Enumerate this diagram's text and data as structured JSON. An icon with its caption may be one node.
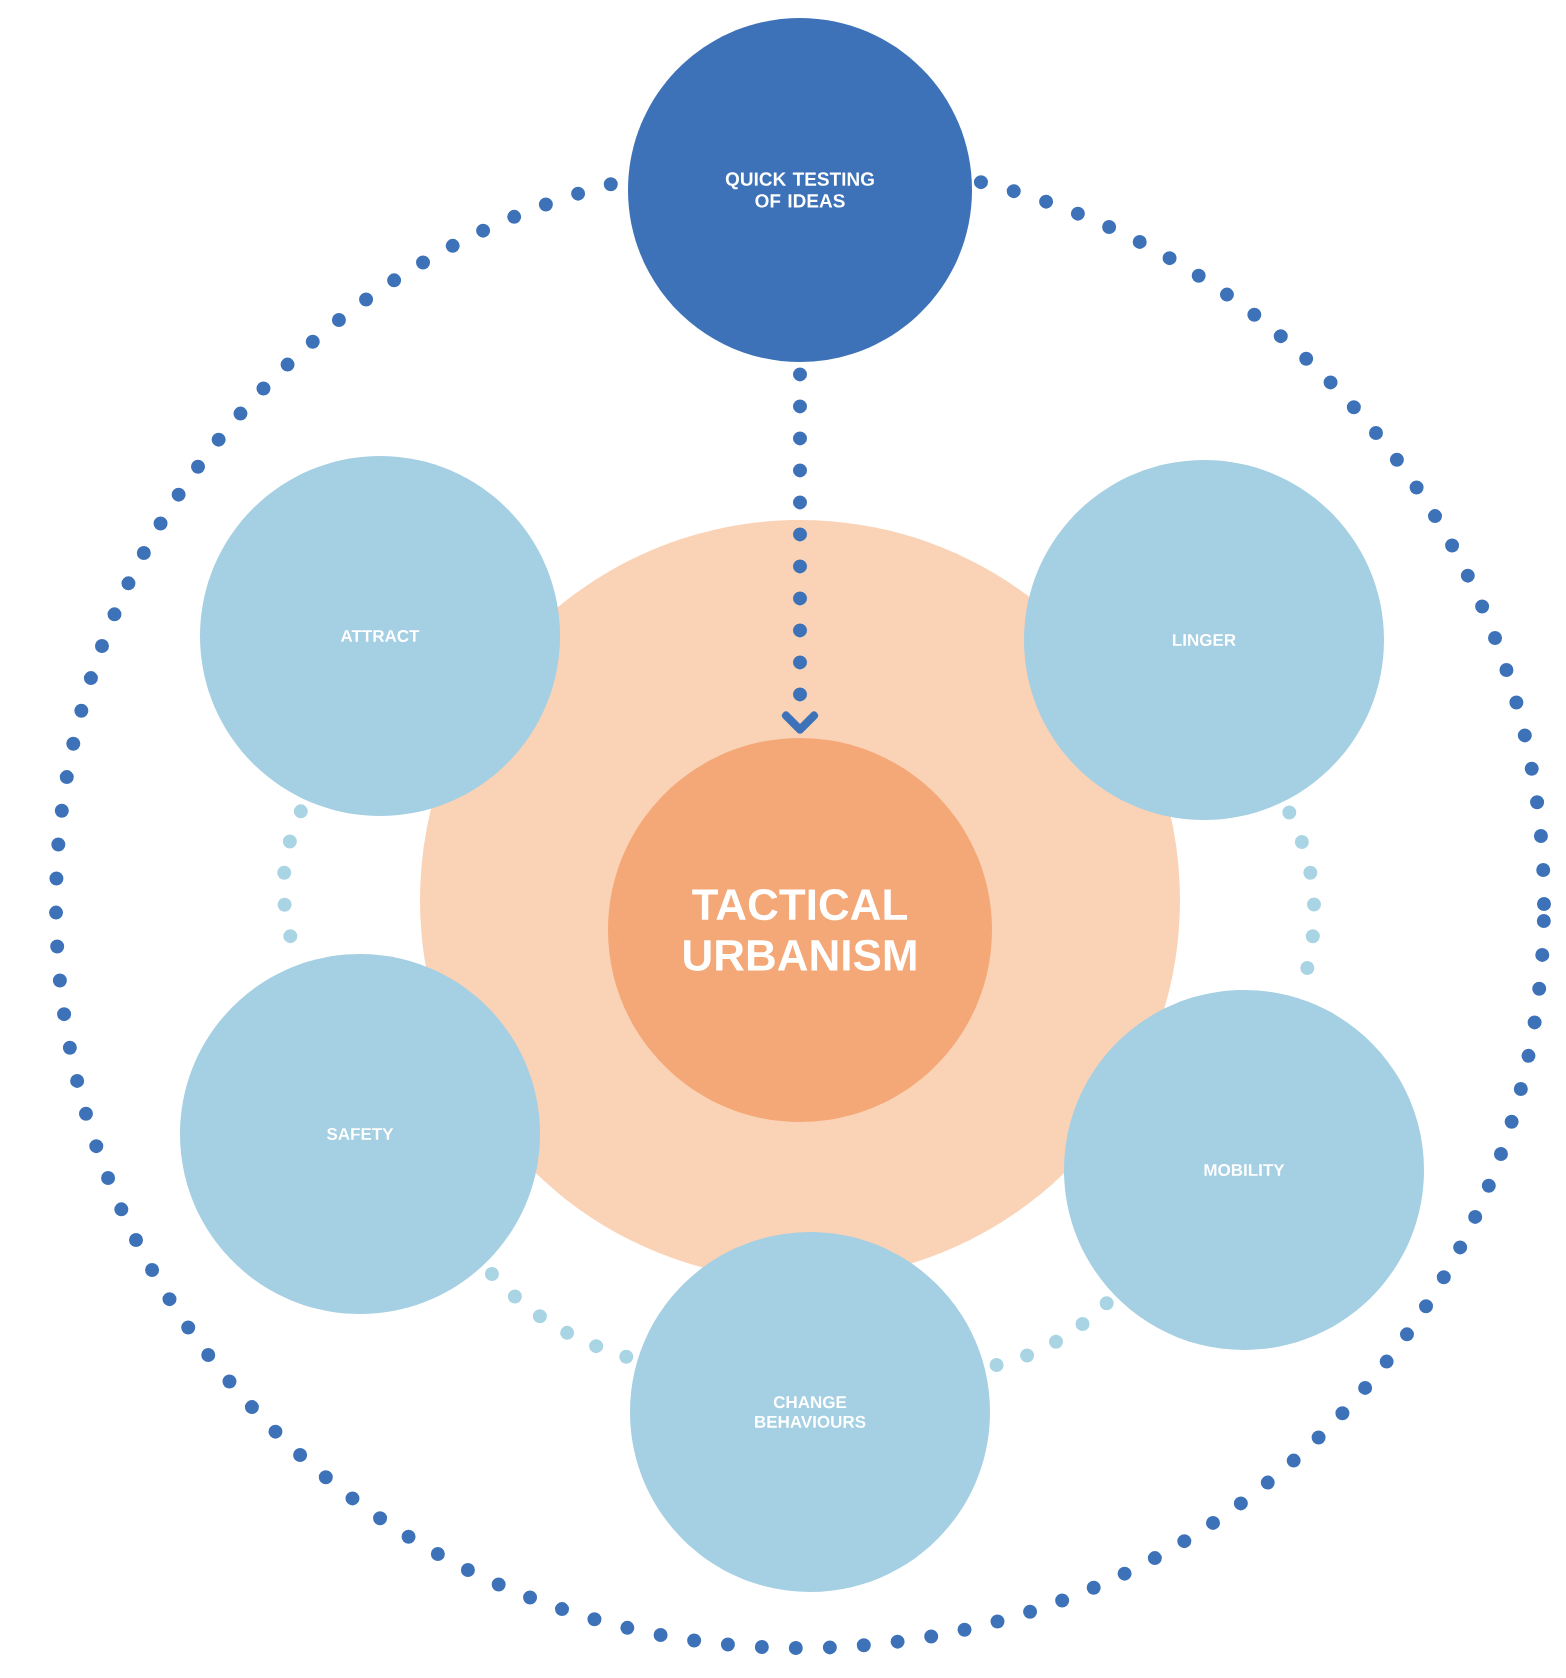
{
  "diagram": {
    "nodes": [
      {
        "text": [
          "QUICK TESTING OF IDEAS"
        ]
      },
      {
        "text": [
          "TACTICAL URBANISM"
        ]
      },
      {
        "text": [
          "ATTRACT"
        ]
      },
      {
        "text": [
          "LINGER"
        ]
      },
      {
        "text": [
          "SAFETY"
        ]
      },
      {
        "text": [
          "MOBILITY"
        ]
      },
      {
        "text": [
          "CHANGE BEHAVIOURS"
        ]
      }
    ],
    "edges": [
      {
        "from": 0,
        "to": 1,
        "arrow": "to",
        "color": "#3d72b8"
      },
      {
        "from": 2,
        "to": 4,
        "arrow": "none"
      },
      {
        "from": 3,
        "to": 5,
        "arrow": "none"
      },
      {
        "from": 4,
        "to": 6,
        "arrow": "none"
      },
      {
        "from": 6,
        "to": 5,
        "arrow": "none"
      }
    ]
  }
}
